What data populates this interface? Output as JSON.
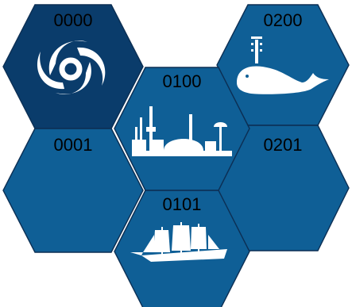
{
  "colors": {
    "tile": "#0f5f96",
    "tile_selected": "#0a3c6b",
    "tile_border": "#0c2f54",
    "emblem": "#ffffff",
    "label": "#000000",
    "background": "#ffffff"
  },
  "tiles": [
    {
      "id": "0000",
      "label": "0000",
      "selected": true,
      "icon": "spiral-galaxy-icon"
    },
    {
      "id": "0001",
      "label": "0001",
      "selected": false,
      "icon": ""
    },
    {
      "id": "0100",
      "label": "0100",
      "selected": false,
      "icon": "city-skyline-icon"
    },
    {
      "id": "0101",
      "label": "0101",
      "selected": false,
      "icon": "sailing-ship-icon"
    },
    {
      "id": "0200",
      "label": "0200",
      "selected": false,
      "icon": "whale-icon"
    },
    {
      "id": "0201",
      "label": "0201",
      "selected": false,
      "icon": ""
    }
  ]
}
